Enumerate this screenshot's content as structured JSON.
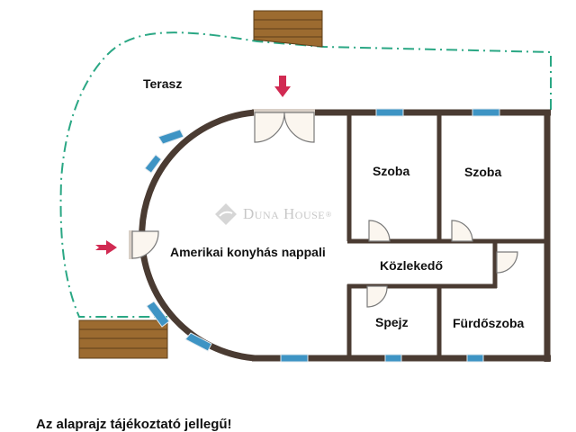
{
  "floorplan": {
    "rooms": [
      {
        "id": "terasz",
        "label": "Terasz"
      },
      {
        "id": "nappali",
        "label": "Amerikai konyhás nappali"
      },
      {
        "id": "szoba1",
        "label": "Szoba"
      },
      {
        "id": "szoba2",
        "label": "Szoba"
      },
      {
        "id": "kozlekedo",
        "label": "Közlekedő"
      },
      {
        "id": "spejz",
        "label": "Spejz"
      },
      {
        "id": "furdoszoba",
        "label": "Fürdőszoba"
      }
    ],
    "watermark": {
      "brand": "Duna House",
      "registered": "®"
    },
    "disclaimer": "Az alaprajz tájékoztató jellegű!",
    "entrances": [
      {
        "id": "top-entrance-arrow",
        "direction": "down"
      },
      {
        "id": "left-entrance-arrow",
        "direction": "right"
      }
    ],
    "decks": [
      {
        "id": "deck-top"
      },
      {
        "id": "deck-bottom-left"
      }
    ],
    "colors": {
      "wall": "#4a3b32",
      "window": "#3e94c4",
      "terrace_outline": "#2aa784",
      "arrow": "#d12a52",
      "deck": "#9c6b30",
      "deck_lines": "#5e3f1a",
      "door_fill": "#fbf6ef",
      "door_stroke": "#7a7a7a",
      "text": "#111111",
      "watermark": "#9a9a9a"
    }
  }
}
